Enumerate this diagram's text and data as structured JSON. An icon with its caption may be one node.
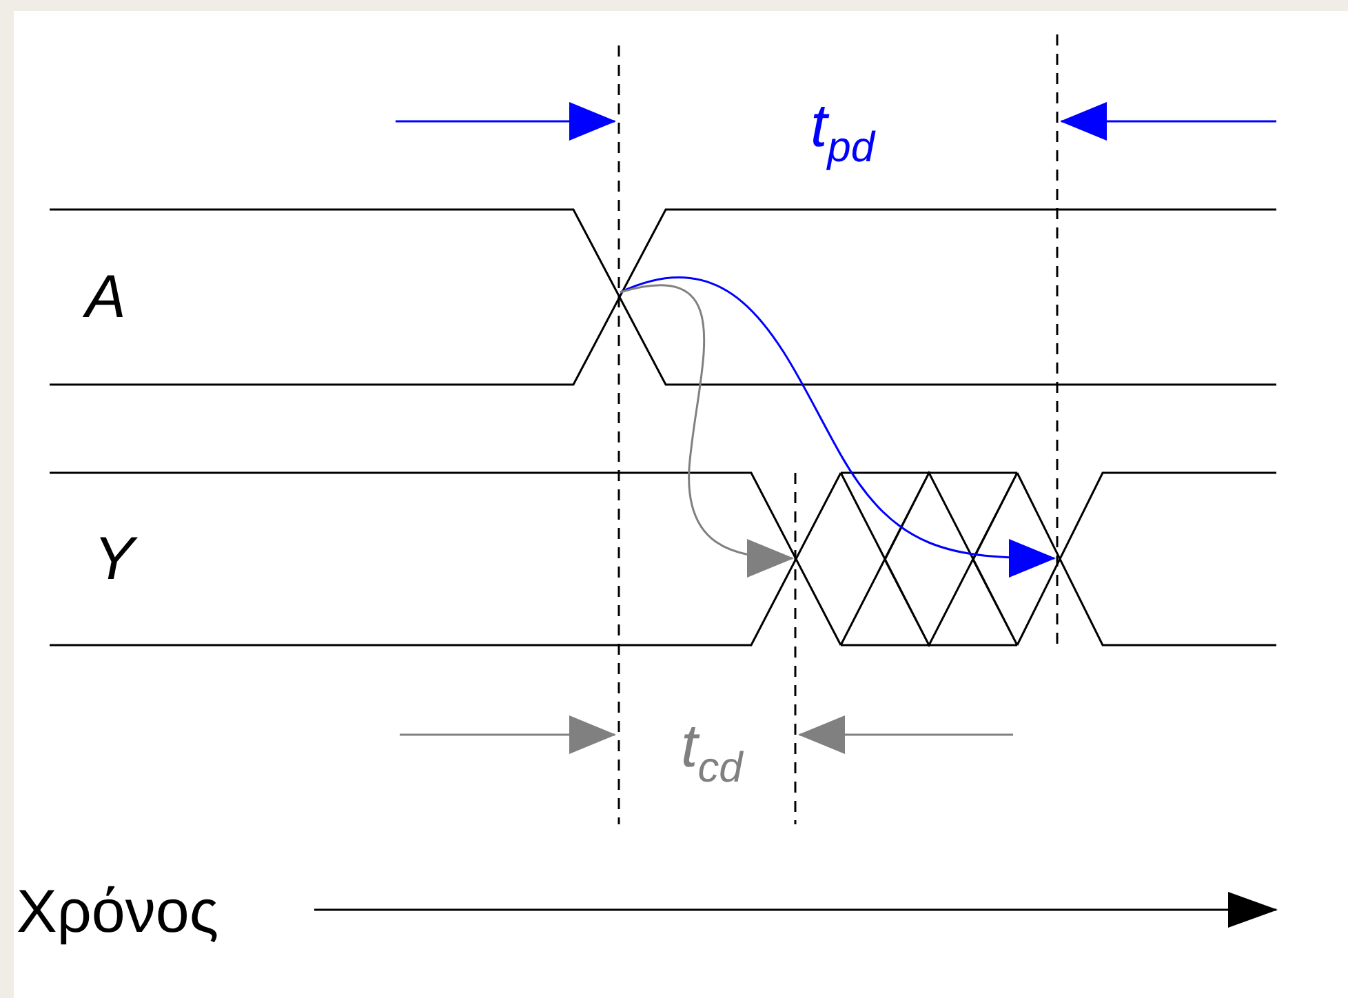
{
  "diagram": {
    "labels": [
      "t$_{pd}$",
      "A",
      "Y",
      "t$_{cd}$",
      "Χρόνος"
    ]
  }
}
